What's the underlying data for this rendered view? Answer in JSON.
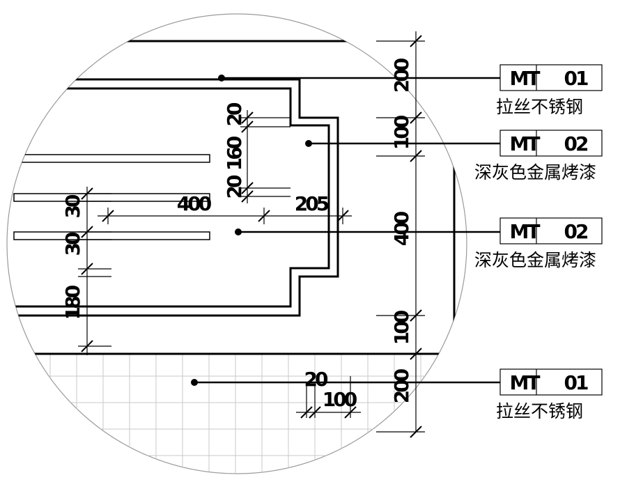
{
  "dimensions": {
    "right_200_top": "200",
    "right_100_upper": "100",
    "right_400": "400",
    "right_100_lower": "100",
    "right_200_bottom": "200",
    "inner_20_top": "20",
    "inner_160": "160",
    "inner_20_bottom": "20",
    "horizontal_400": "400",
    "horizontal_205": "205",
    "left_30_top": "30",
    "left_30_bottom": "30",
    "left_180": "180",
    "grid_20": "20",
    "grid_100": "100"
  },
  "tags": [
    {
      "code": "MT",
      "number": "01",
      "material": "拉丝不锈钢"
    },
    {
      "code": "MT",
      "number": "02",
      "material": "深灰色金属烤漆"
    },
    {
      "code": "MT",
      "number": "02",
      "material": "深灰色金属烤漆"
    },
    {
      "code": "MT",
      "number": "01",
      "material": "拉丝不锈钢"
    }
  ]
}
